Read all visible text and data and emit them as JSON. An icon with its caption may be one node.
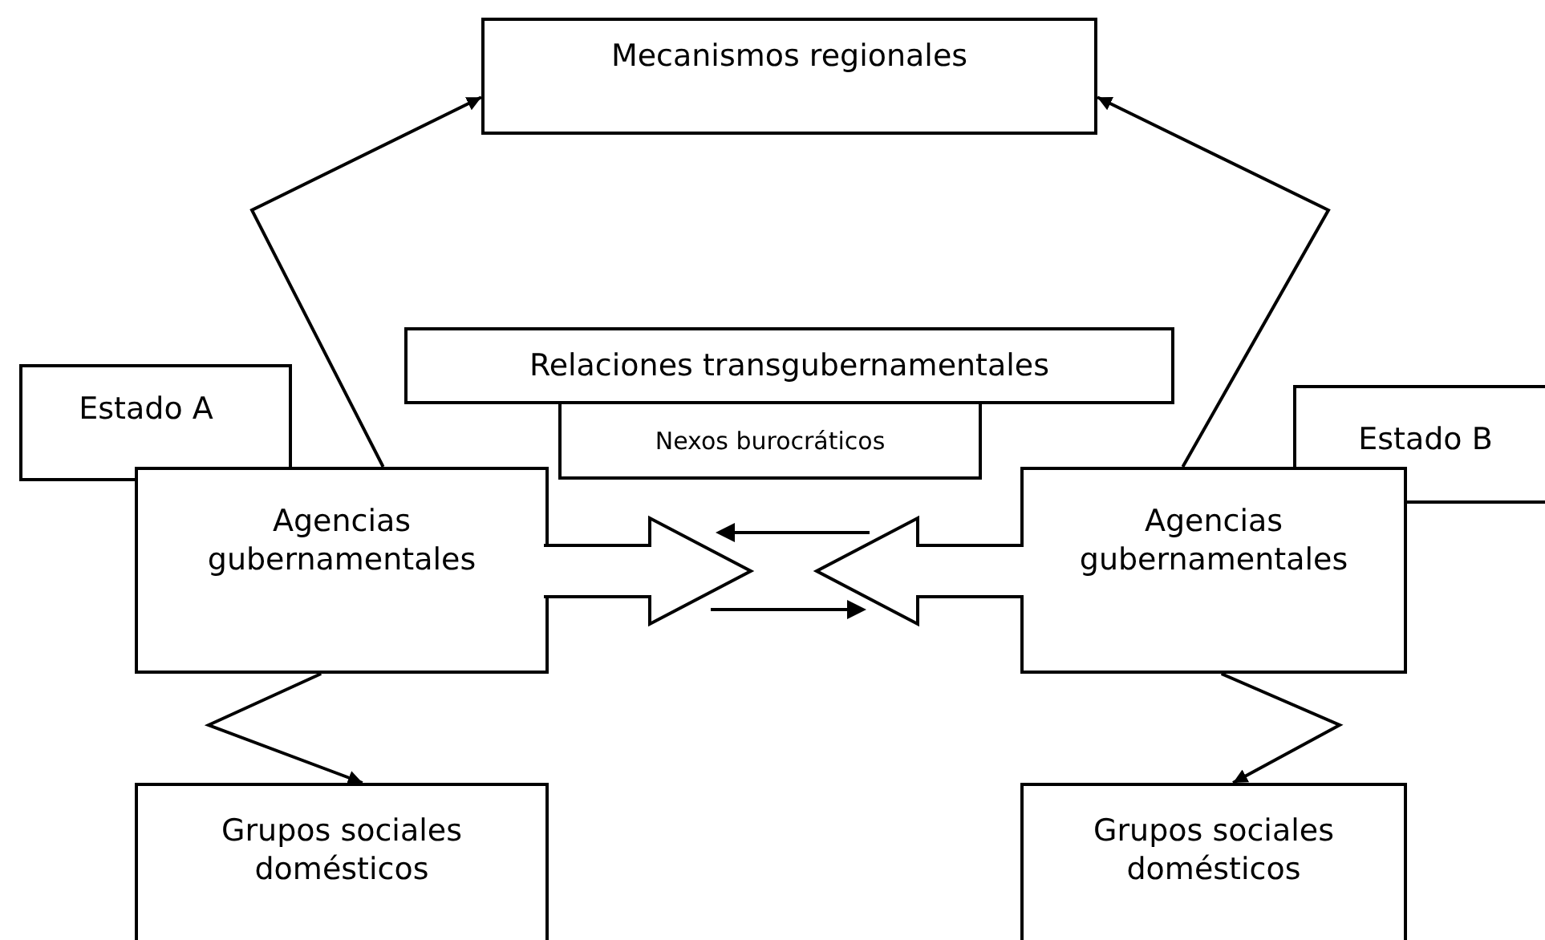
{
  "diagram": {
    "nodes": [
      {
        "text": [
          "Mecanismos regionales"
        ]
      },
      {
        "text": [
          "Relaciones transgubernamentales"
        ]
      },
      {
        "text": [
          "Nexos burocráticos"
        ]
      },
      {
        "text": [
          "Estado A"
        ]
      },
      {
        "text": [
          "Agencias gubernamentales"
        ]
      },
      {
        "text": [
          "Estado B"
        ]
      },
      {
        "text": [
          "Agencias gubernamentales"
        ]
      },
      {
        "text": [
          "Grupos sociales domésticos"
        ]
      },
      {
        "text": [
          "Grupos sociales domésticos"
        ]
      }
    ],
    "edges": [
      {
        "from": 4,
        "to": 0,
        "arrow": "to"
      },
      {
        "from": 6,
        "to": 0,
        "arrow": "to"
      },
      {
        "from": 4,
        "to": 7,
        "arrow": "to"
      },
      {
        "from": 6,
        "to": 8,
        "arrow": "to"
      },
      {
        "from": 4,
        "to": null,
        "arrow": "to"
      },
      {
        "from": 6,
        "to": null,
        "arrow": "to"
      }
    ]
  }
}
